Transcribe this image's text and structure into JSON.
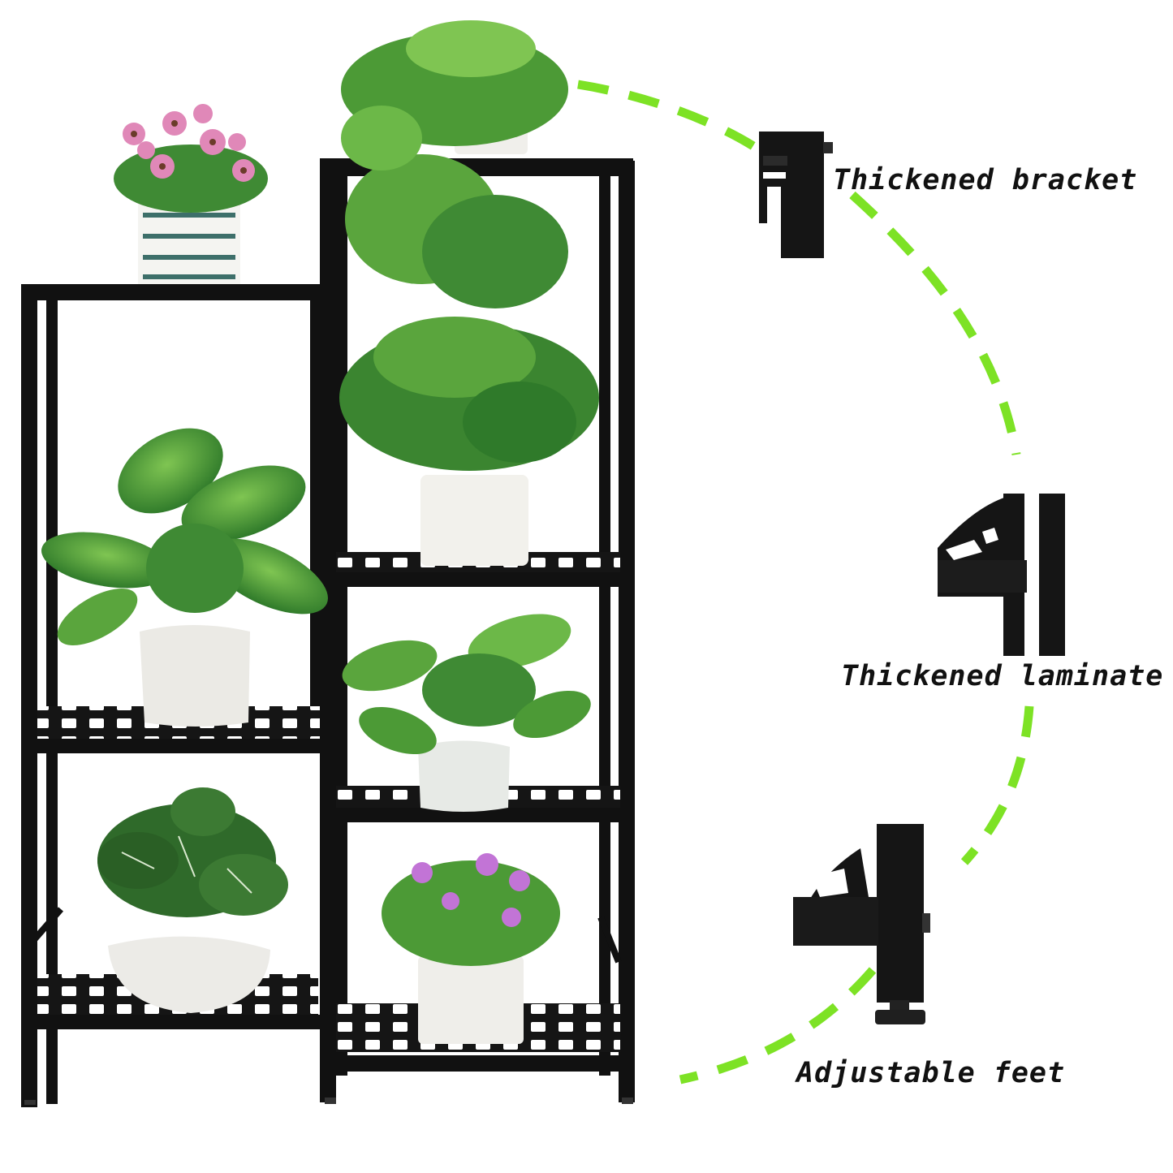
{
  "features": [
    {
      "label": "Thickened bracket"
    },
    {
      "label": "Thickened laminate"
    },
    {
      "label": "Adjustable feet"
    }
  ],
  "colors": {
    "frame": "#111111",
    "accent_dash": "#7de225",
    "pot_white": "#f0efeb",
    "leaf_dark": "#2f7a2a",
    "leaf_mid": "#4c9a36",
    "leaf_light": "#8cc756",
    "flower_pink": "#e088b8",
    "flower_purple": "#c274d6"
  }
}
